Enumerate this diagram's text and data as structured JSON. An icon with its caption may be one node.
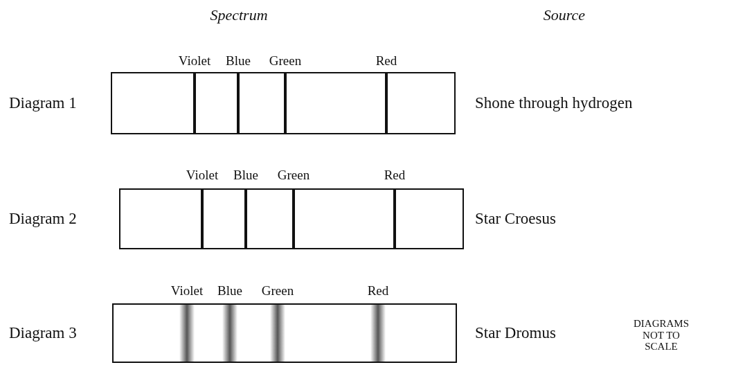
{
  "diagram": {
    "labels": [
      "Spectrum",
      "Source",
      "Violet",
      "Blue",
      "Green",
      "Red",
      "Diagram 1",
      "Shone through hydrogen",
      "Violet",
      "Blue",
      "Green",
      "Red",
      "Diagram 2",
      "Star Croesus",
      "Violet",
      "Blue",
      "Green",
      "Red",
      "Diagram 3",
      "Star Dromus",
      "DIAGRAMS NOT TO SCALE"
    ]
  }
}
